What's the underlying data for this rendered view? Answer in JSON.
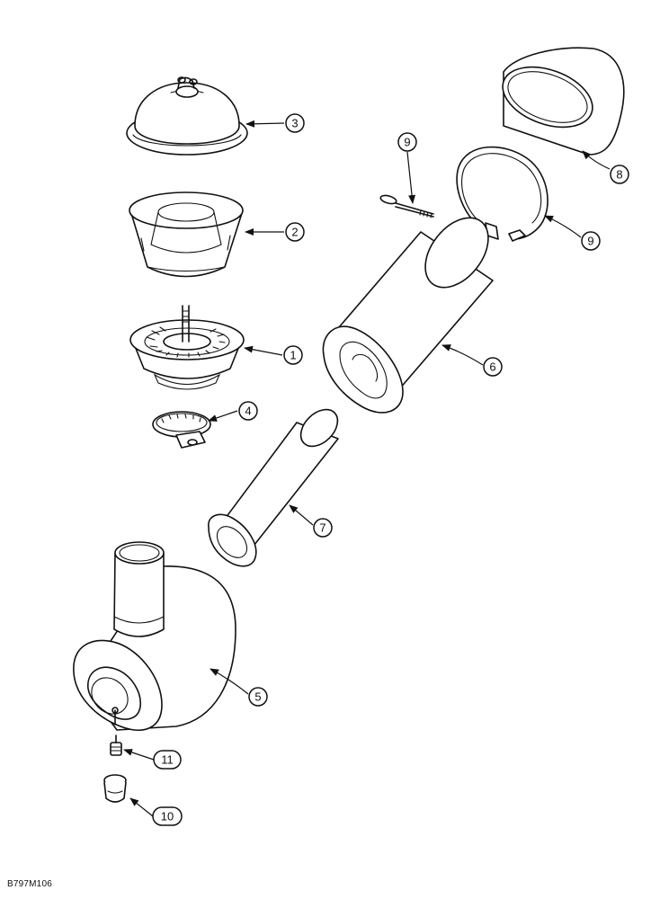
{
  "figure_code": "B797M106",
  "callouts": {
    "c1": "1",
    "c2": "2",
    "c3": "3",
    "c4": "4",
    "c5": "5",
    "c6": "6",
    "c7": "7",
    "c8": "8",
    "c9a": "9",
    "c9b": "9",
    "c10": "10",
    "c11": "11"
  }
}
